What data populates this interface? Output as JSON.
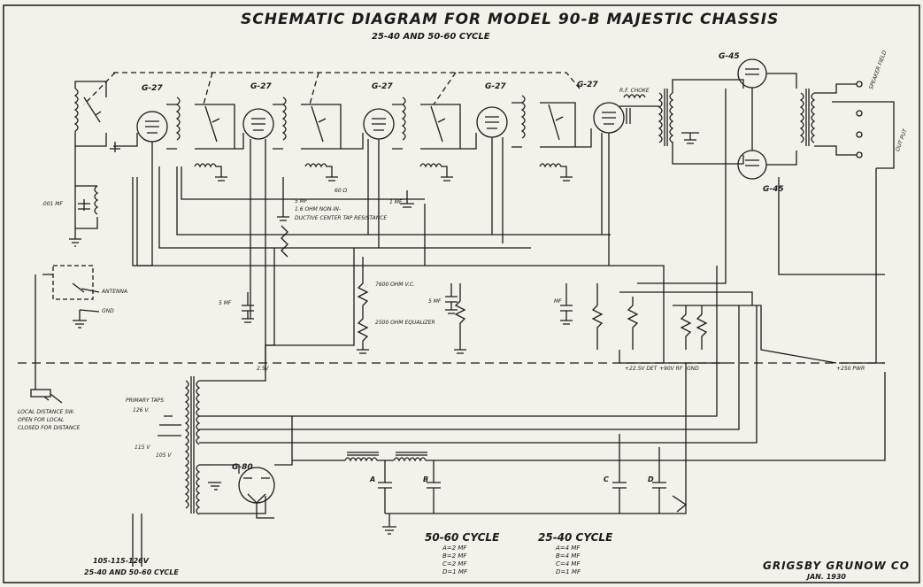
{
  "title": "SCHEMATIC DIAGRAM FOR MODEL 90-B MAJESTIC CHASSIS",
  "subtitle": "25-40 AND 50-60 CYCLE",
  "tubes": {
    "rf1": "G-27",
    "rf2": "G-27",
    "rf3": "G-27",
    "rf4": "G-27",
    "det": "G-27",
    "out_top": "G-45",
    "out_bottom": "G-45",
    "rect": "G-80"
  },
  "labels": {
    "rf_choke": "R.F. CHOKE",
    "cap_001": ".001 MF",
    "antenna": "ANTENNA",
    "gnd": "GND",
    "smf_cap": "5 MF",
    "ohm_non_ind": "1.6 OHM NON-IN-",
    "center_tap_res": "DUCTIVE CENTER TAP RESISTANCE",
    "sixty_ohm": "60 Ω",
    "one_mf": "1 MF",
    "vc_res": "7600 OHM V.C.",
    "equalizer": "2500 OHM EQUALIZER",
    "smf_left": "5 MF",
    "smf_mid": "5 MF",
    "mf_right": "MF",
    "speaker_field": "SPEAKER FIELD",
    "output": "OUT PUT",
    "tap_det": "+22.5V DET",
    "tap_rf": "+90V RF",
    "tap_gnd": "GND",
    "tap_25v": "2.5V",
    "tap_pwr": "+250 PWR",
    "primary_taps": "PRIMARY TAPS",
    "v126": "126 V.",
    "v115": "115 V",
    "v105": "105 V",
    "local_sw": "LOCAL DISTANCE SW.",
    "open_local": "OPEN FOR LOCAL",
    "closed_distance": "CLOSED FOR DISTANCE",
    "mains": "105-115-126V",
    "mains2": "25-40 AND 50-60 CYCLE",
    "cap_a": "A",
    "cap_b": "B",
    "cap_c": "C",
    "cap_d": "D"
  },
  "cycle_table": {
    "col1_head": "50-60 CYCLE",
    "col1": [
      "A=2 MF",
      "B=2 MF",
      "C=2 MF",
      "D=1 MF"
    ],
    "col2_head": "25-40 CYCLE",
    "col2": [
      "A=4 MF",
      "B=4 MF",
      "C=4 MF",
      "D=1 MF"
    ]
  },
  "maker": "GRIGSBY GRUNOW CO",
  "date": "JAN. 1930",
  "colors": {
    "paper": "#f3f1ea",
    "ink": "#1b1b1b"
  }
}
